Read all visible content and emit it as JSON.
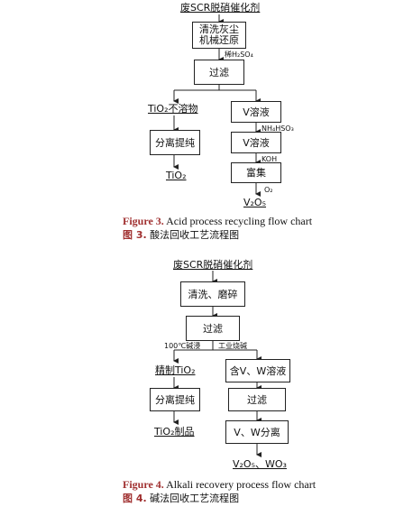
{
  "figure3": {
    "top_label": "废SCR脱硝催化剂",
    "box_clean": "清洗灰尘\n机械还原",
    "edge_acid": "稀H₂SO₄",
    "box_filter": "过滤",
    "left_residue": "TiO₂不溶物",
    "box_v_solution_1": "V溶液",
    "edge_nh4hso3": "NH₄HSO₃",
    "box_separate": "分离提纯",
    "box_v_solution_2": "V溶液",
    "edge_koh": "KOH",
    "left_product": "TiO₂",
    "box_enrich": "富集",
    "edge_o2": "O₂",
    "bottom_product": "V₂O₅",
    "caption_en_label": "Figure 3.",
    "caption_en_text": " Acid process recycling flow chart",
    "caption_zh_label": "图 3.",
    "caption_zh_text": "  酸法回收工艺流程图"
  },
  "figure4": {
    "top_label": "废SCR脱硝催化剂",
    "box_clean": "清洗、磨碎",
    "box_filter": "过滤",
    "edge_left": "100℃碱浸",
    "edge_right": "工业烧碱",
    "left_refined": "精制TiO₂",
    "box_vw_solution": "含V、W溶液",
    "box_separate": "分离提纯",
    "box_filter2": "过滤",
    "left_product": "TiO₂制品",
    "box_vw_separate": "V、W分离",
    "bottom_product": "V₂O₅、WO₃",
    "caption_en_label": "Figure 4.",
    "caption_en_text": " Alkali recovery process flow chart",
    "caption_zh_label": "图 4.",
    "caption_zh_text": "  碱法回收工艺流程图"
  }
}
